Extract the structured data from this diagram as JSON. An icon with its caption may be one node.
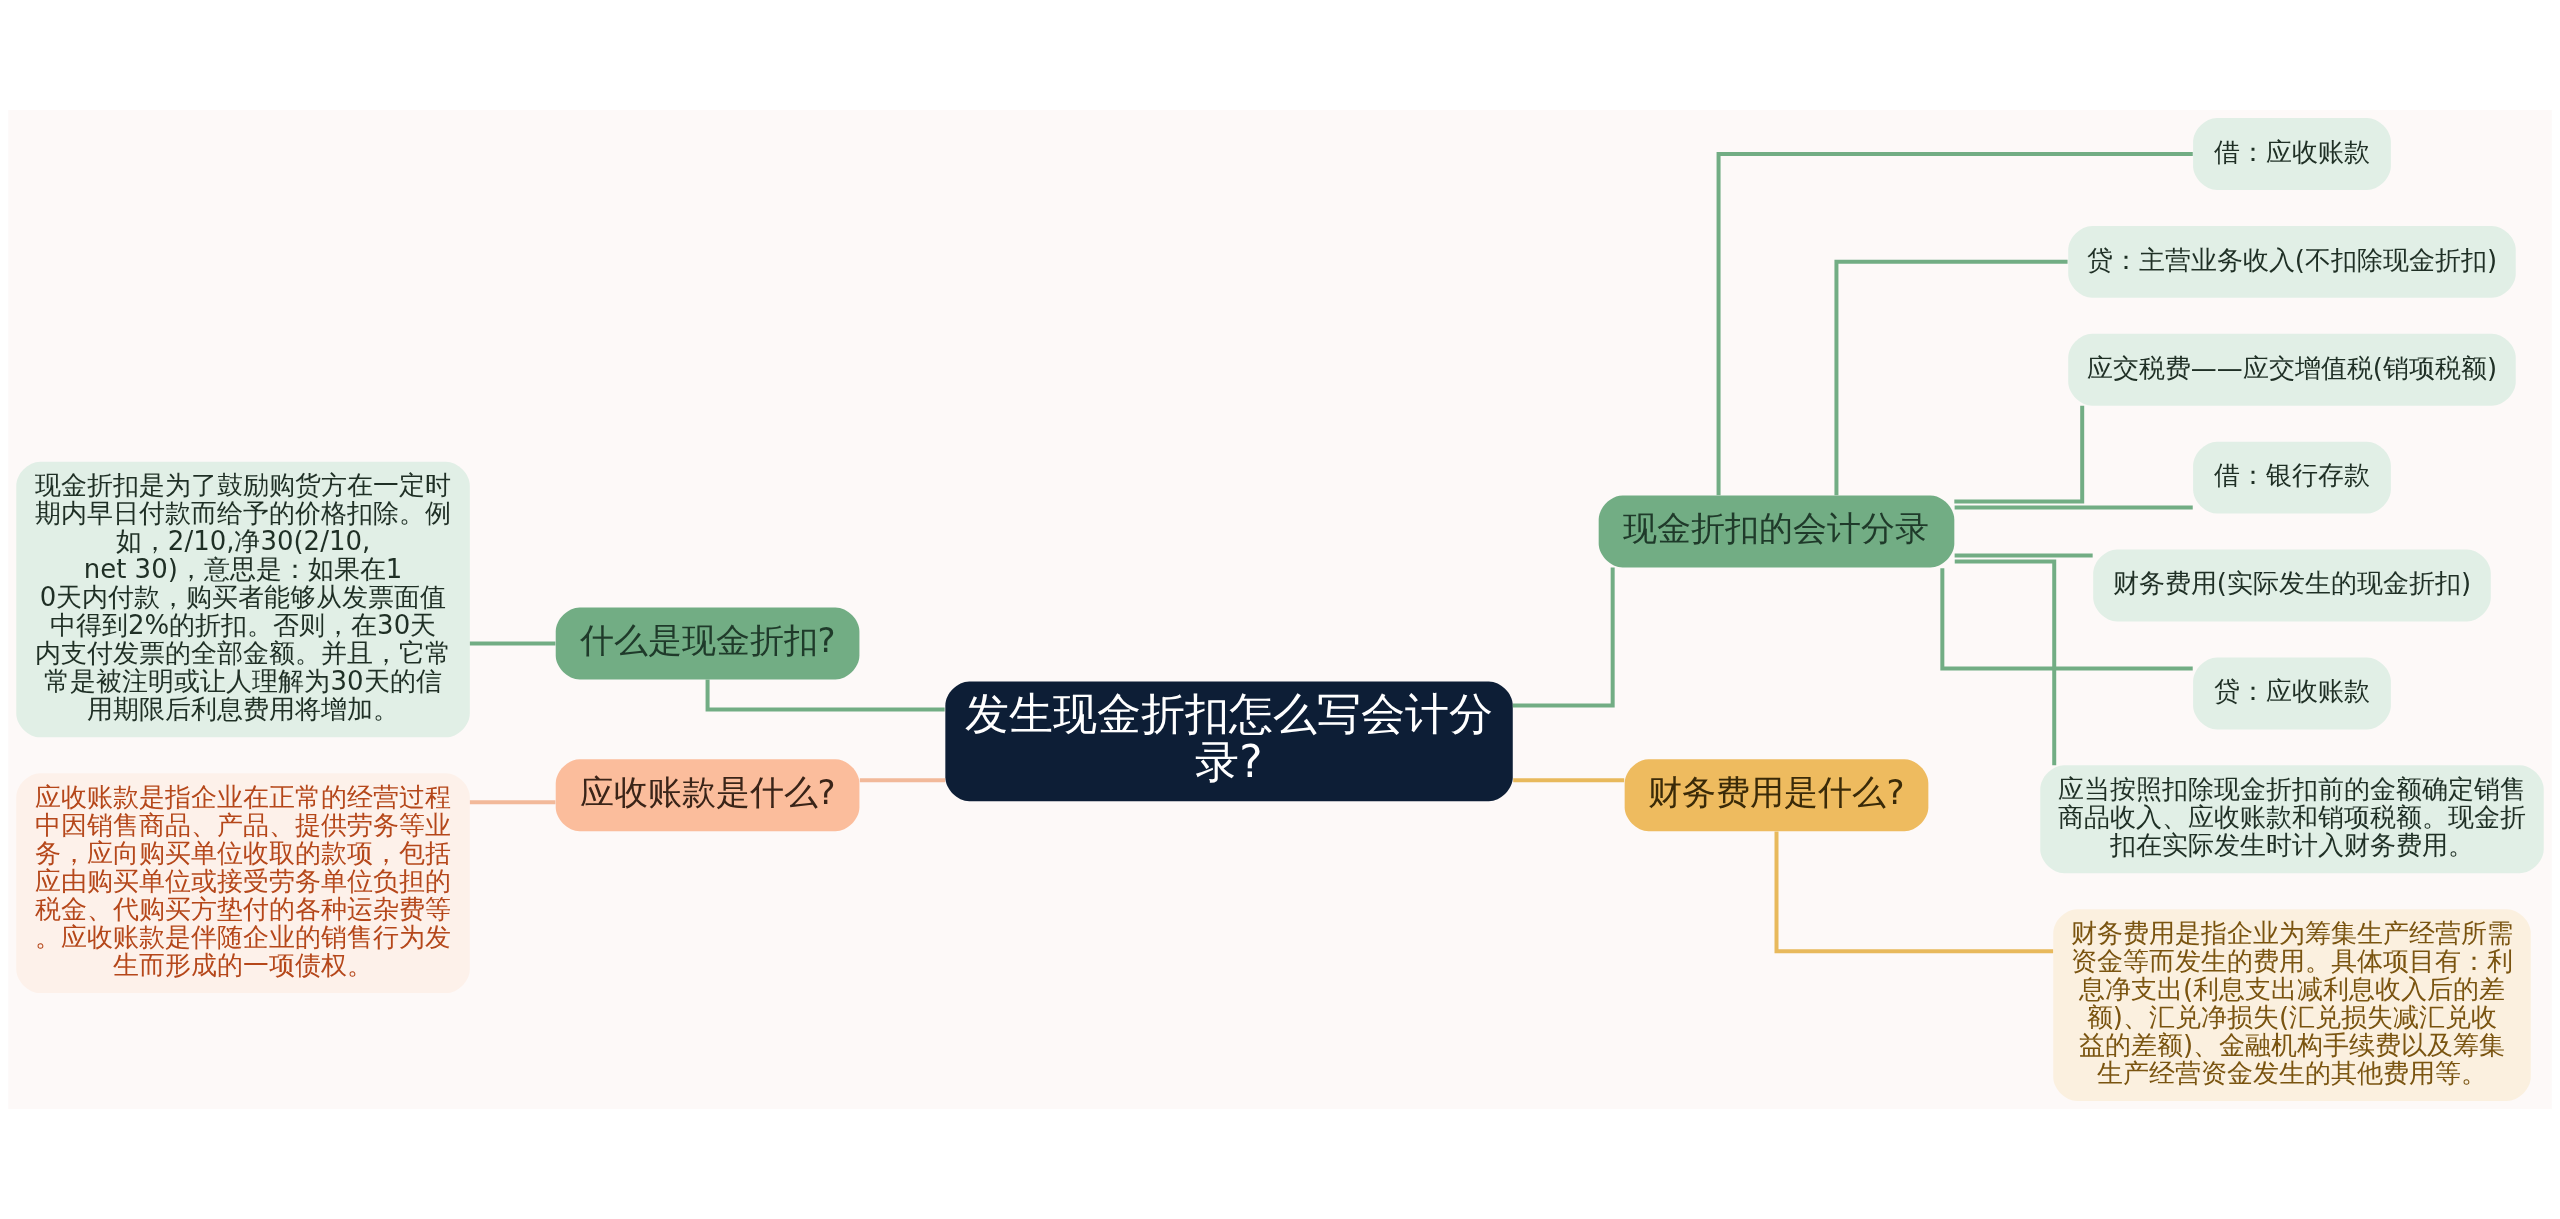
{
  "diagram": {
    "nodes": [
      {
        "text": [
          "发生现金折扣怎么写会计分录?"
        ]
      },
      {
        "text": [
          "什么是现金折扣?"
        ]
      },
      {
        "text": [
          "现金折扣是为了鼓励购货方在一定时期内早日付款而给予的价格扣除。例如，2/10,净30(2/10,net 30)，意思是：如果在10天内付款，购买者能够从发票面值中得到2%的折扣。否则，在30天内支付发票的全部金额。并且，它常常是被注明或让人理解为30天的信用期限后利息费用将增加。"
        ]
      },
      {
        "text": [
          "应收账款是什么?"
        ]
      },
      {
        "text": [
          "应收账款是指企业在正常的经营过程中因销售商品、产品、提供劳务等业务，应向购买单位收取的款项，包括应由购买单位或接受劳务单位负担的税金、代购买方垫付的各种运杂费等。应收账款是伴随企业的销售行为发生而形成的一项债权。"
        ]
      },
      {
        "text": [
          "现金折扣的会计分录"
        ]
      },
      {
        "text": [
          "借：应收账款"
        ]
      },
      {
        "text": [
          "贷：主营业务收入(不扣除现金折扣)"
        ]
      },
      {
        "text": [
          "应交税费——应交增值税(销项税额)"
        ]
      },
      {
        "text": [
          "借：银行存款"
        ]
      },
      {
        "text": [
          "财务费用(实际发生的现金折扣)"
        ]
      },
      {
        "text": [
          "贷：应收账款"
        ]
      },
      {
        "text": [
          "应当按照扣除现金折扣前的金额确定销售商品收入、应收账款和销项税额。现金折扣在实际发生时计入财务费用。"
        ]
      },
      {
        "text": [
          "财务费用是什么?"
        ]
      },
      {
        "text": [
          "财务费用是指企业为筹集生产经营所需资金等而发生的费用。具体项目有：利息净支出(利息支出减利息收入后的差额)、汇兑净损失(汇兑损失减汇兑收益的差额)、金融机构手续费以及筹集生产经营资金发生的其他费用等。"
        ]
      }
    ],
    "edges": [
      {
        "from": 0,
        "to": 1,
        "arrow": "none"
      },
      {
        "from": 1,
        "to": 2,
        "arrow": "none"
      },
      {
        "from": 0,
        "to": 3,
        "arrow": "none",
        "color": "#f2b99a"
      },
      {
        "from": 3,
        "to": 4,
        "arrow": "none",
        "color": "#f2b99a"
      },
      {
        "from": 0,
        "to": 5,
        "arrow": "none"
      },
      {
        "from": 5,
        "to": 6,
        "arrow": "none"
      },
      {
        "from": 5,
        "to": 7,
        "arrow": "none"
      },
      {
        "from": 5,
        "to": 8,
        "arrow": "none"
      },
      {
        "from": 5,
        "to": 9,
        "arrow": "none"
      },
      {
        "from": 5,
        "to": 10,
        "arrow": "none"
      },
      {
        "from": 5,
        "to": 11,
        "arrow": "none"
      },
      {
        "from": 5,
        "to": 12,
        "arrow": "none"
      },
      {
        "from": 0,
        "to": 13,
        "arrow": "none",
        "color": "#e8b95c"
      },
      {
        "from": 13,
        "to": 14,
        "arrow": "none",
        "color": "#e8b95c"
      }
    ]
  }
}
